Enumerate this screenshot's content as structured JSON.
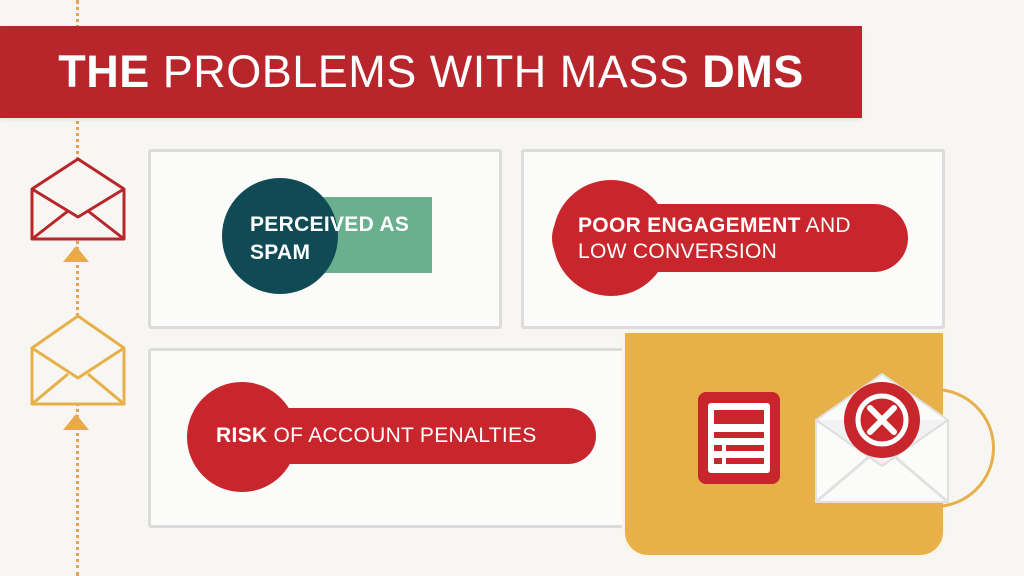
{
  "title": {
    "bold_start": "THE",
    "middle": " PROBLEMS WITH MASS ",
    "bold_end": "DMS"
  },
  "cards": {
    "spam": {
      "line1": "PERCEIVED AS",
      "line2": "SPAM"
    },
    "engagement": {
      "bold": "POOR ENGAGEMENT",
      "rest": " AND",
      "line2": "LOW CONVERSION"
    },
    "penalties": {
      "bold": "RISK",
      "rest": " OF ACCOUNT PENALTIES"
    }
  },
  "icons": {
    "timeline": [
      "envelope-open-icon",
      "arrow-up-icon",
      "envelope-open-icon",
      "arrow-up-icon"
    ],
    "panel": [
      "document-icon",
      "blocked-envelope-icon"
    ]
  },
  "colors": {
    "brand_red": "#b8262b",
    "pill_red": "#c8262c",
    "teal_dark": "#0f4a55",
    "green": "#6ab08f",
    "mustard": "#e8b049",
    "timeline_orange": "#e6a05c"
  }
}
